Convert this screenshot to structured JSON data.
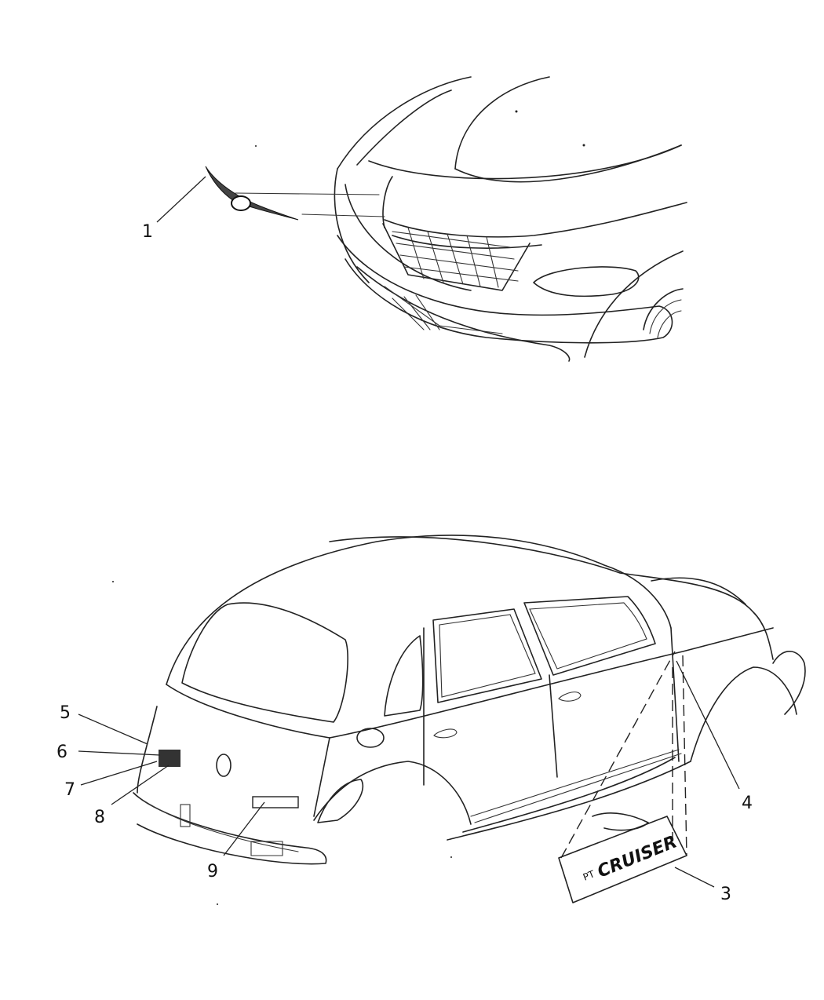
{
  "callouts": {
    "c1": "1",
    "c3": "3",
    "c4": "4",
    "c5": "5",
    "c6": "6",
    "c7": "7",
    "c8": "8",
    "c9": "9"
  },
  "decal": {
    "text": "CRUISER",
    "prefix": "PT"
  },
  "colors": {
    "line": "#222222",
    "background": "#ffffff"
  }
}
